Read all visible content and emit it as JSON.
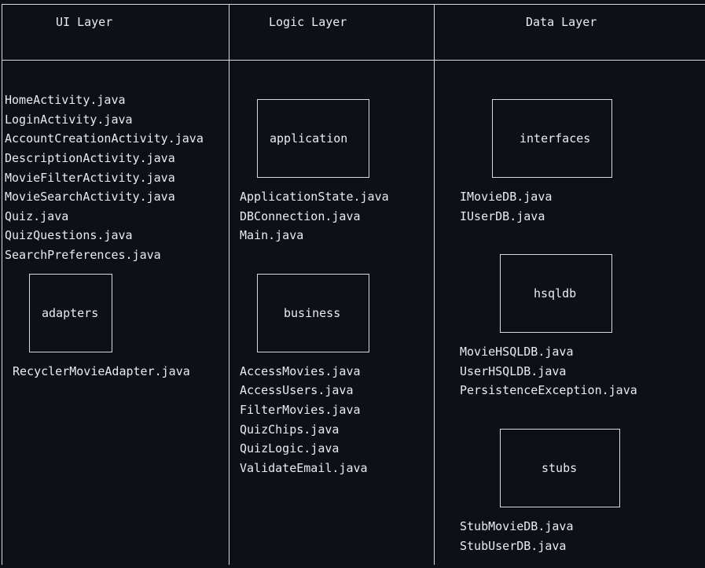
{
  "headers": {
    "ui": "UI Layer",
    "logic": "Logic Layer",
    "data": "Data Layer"
  },
  "ui_layer": {
    "files": [
      "HomeActivity.java",
      "LoginActivity.java",
      "AccountCreationActivity.java",
      "DescriptionActivity.java",
      "MovieFilterActivity.java",
      "MovieSearchActivity.java",
      "Quiz.java",
      "QuizQuestions.java",
      "SearchPreferences.java"
    ],
    "packages": [
      {
        "name": "adapters",
        "files": [
          "RecyclerMovieAdapter.java"
        ]
      }
    ]
  },
  "logic_layer": {
    "packages": [
      {
        "name": "application",
        "files": [
          "ApplicationState.java",
          "DBConnection.java",
          "Main.java"
        ]
      },
      {
        "name": "business",
        "files": [
          "AccessMovies.java",
          "AccessUsers.java",
          "FilterMovies.java",
          "QuizChips.java",
          "QuizLogic.java",
          "ValidateEmail.java"
        ]
      }
    ]
  },
  "data_layer": {
    "packages": [
      {
        "name": "interfaces",
        "files": [
          "IMovieDB.java",
          "IUserDB.java"
        ]
      },
      {
        "name": "hsqldb",
        "files": [
          "MovieHSQLDB.java",
          "UserHSQLDB.java",
          "PersistenceException.java"
        ]
      },
      {
        "name": "stubs",
        "files": [
          "StubMovieDB.java",
          "StubUserDB.java"
        ]
      }
    ]
  }
}
